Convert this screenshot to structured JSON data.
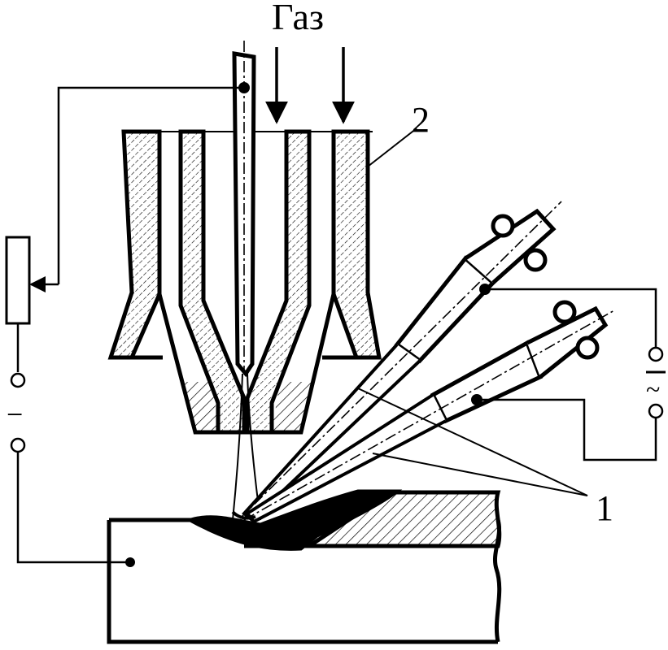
{
  "labels": {
    "gas": "Газ",
    "torch_number": "2",
    "wire_number": "1",
    "dc_polarity": "−",
    "ac_symbol": "~"
  },
  "colors": {
    "ink": "#000000",
    "paper": "#ffffff"
  }
}
